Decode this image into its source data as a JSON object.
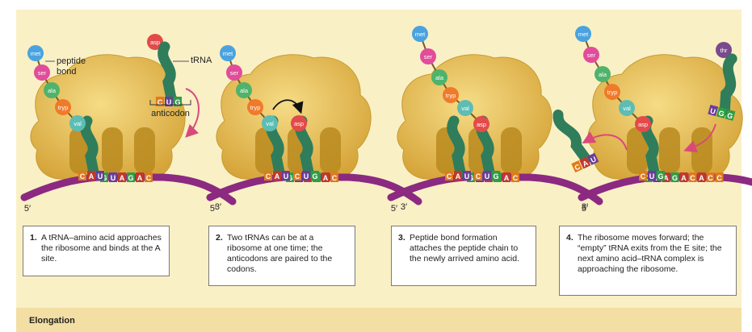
{
  "section_label": "Elongation",
  "labels": {
    "peptide_bond": "peptide\nbond",
    "trna": "tRNA",
    "anticodon": "anticodon",
    "five_prime": "5′",
    "three_prime": "3′"
  },
  "panels": [
    {
      "number": "1.",
      "caption": "A tRNA–amino acid approaches the ribosome and binds at the A site.",
      "chain": [
        "met",
        "ser",
        "ala",
        "tryp",
        "val"
      ],
      "incoming_aa": "asp",
      "incoming_anticodon": [
        "C",
        "U",
        "G"
      ],
      "p_site_anticodon": [
        "C",
        "A",
        "U"
      ],
      "mrna": [
        "G",
        "U",
        "A",
        "G",
        "A",
        "C"
      ]
    },
    {
      "number": "2.",
      "caption": "Two tRNAs can be at a ribosome at one time; the anticodons are paired to the codons.",
      "chain": [
        "met",
        "ser",
        "ala",
        "tryp",
        "val"
      ],
      "a_site_aa": "asp",
      "p_site_anticodon": [
        "C",
        "A",
        "U"
      ],
      "a_site_anticodon": [
        "C",
        "U",
        "G"
      ],
      "mrna": [
        "G",
        "U",
        "A",
        "G",
        "A",
        "C"
      ]
    },
    {
      "number": "3.",
      "caption": "Peptide bond formation attaches the peptide chain to the newly arrived amino acid.",
      "chain": [
        "met",
        "ser",
        "ala",
        "tryp",
        "val",
        "asp"
      ],
      "p_site_anticodon": [
        "C",
        "A",
        "U"
      ],
      "a_site_anticodon": [
        "C",
        "U",
        "G"
      ],
      "mrna": [
        "G",
        "U",
        "A",
        "G",
        "A",
        "C"
      ]
    },
    {
      "number": "4.",
      "caption": "The ribosome moves forward; the “empty” tRNA exits from the E site; the next amino acid–tRNA complex is approaching the ribosome.",
      "chain": [
        "met",
        "ser",
        "ala",
        "tryp",
        "val",
        "asp"
      ],
      "exiting_anticodon": [
        "C",
        "A",
        "U"
      ],
      "p_site_anticodon": [
        "C",
        "U",
        "G"
      ],
      "incoming_aa": "thr",
      "incoming_anticodon": [
        "U",
        "G",
        "G"
      ],
      "mrna": [
        "G",
        "U",
        "A",
        "G",
        "A",
        "C",
        "A",
        "C",
        "C"
      ]
    }
  ],
  "colors": {
    "met": "#4aa3df",
    "ser": "#e24c9b",
    "ala": "#4fb36b",
    "tryp": "#f07a2a",
    "val": "#5dbdb4",
    "asp": "#e34a4a",
    "thr": "#7a4a8e",
    "A": "#c0392b",
    "U": "#6a3d9a",
    "G": "#2e9e44",
    "C": "#e07b1a",
    "ribosome": "#e6bf52",
    "ribosome_dark": "#b98a1f",
    "trna": "#2f7d5b",
    "mrna": "#8b2a80"
  }
}
